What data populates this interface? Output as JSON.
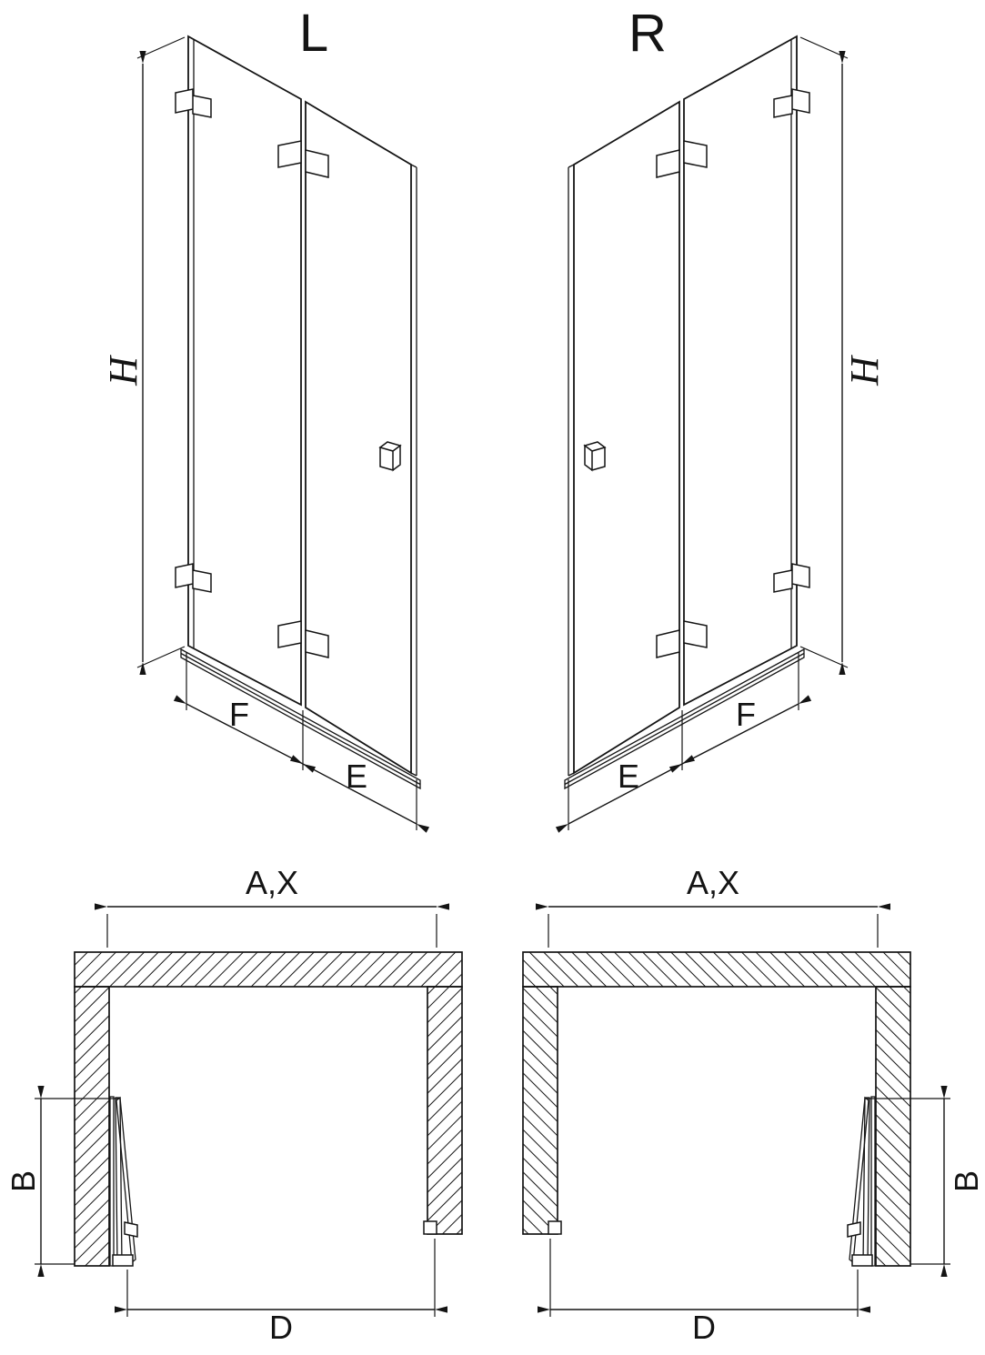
{
  "colors": {
    "line": "#141414",
    "background": "#ffffff"
  },
  "elevations": {
    "left": {
      "label": "L",
      "dim_h": "H",
      "dim_f": "F",
      "dim_e": "E"
    },
    "right": {
      "label": "R",
      "dim_h": "H",
      "dim_f": "F",
      "dim_e": "E"
    }
  },
  "plans": {
    "left": {
      "dim_ax": "A,X",
      "dim_b": "B",
      "dim_d": "D"
    },
    "right": {
      "dim_ax": "A,X",
      "dim_b": "B",
      "dim_d": "D"
    }
  }
}
